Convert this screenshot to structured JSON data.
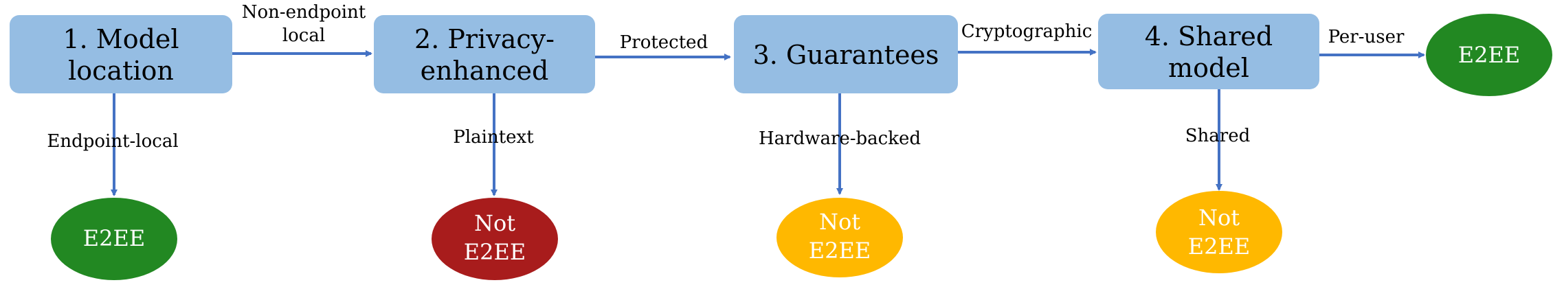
{
  "colors": {
    "box_fill": "#95bde3",
    "arrow": "#4472c4",
    "e2ee_green": "#228822",
    "not_e2ee_red": "#a81c1c",
    "not_e2ee_yellow": "#ffb800"
  },
  "steps": [
    {
      "line1": "1. Model",
      "line2": "location"
    },
    {
      "line1": "2. Privacy-",
      "line2": "enhanced"
    },
    {
      "line1": "3. Guarantees",
      "line2": ""
    },
    {
      "line1": "4. Shared",
      "line2": "model"
    }
  ],
  "horizontal_labels": [
    {
      "line1": "Non-endpoint",
      "line2": "local"
    },
    {
      "line1": "Protected",
      "line2": ""
    },
    {
      "line1": "Cryptographic",
      "line2": ""
    },
    {
      "line1": "Per-user",
      "line2": ""
    }
  ],
  "vertical_labels": [
    "Endpoint-local",
    "Plaintext",
    "Hardware-backed",
    "Shared"
  ],
  "outcomes": [
    {
      "line1": "E2EE",
      "line2": "",
      "color": "green"
    },
    {
      "line1": "Not",
      "line2": "E2EE",
      "color": "red"
    },
    {
      "line1": "Not",
      "line2": "E2EE",
      "color": "yellow"
    },
    {
      "line1": "Not",
      "line2": "E2EE",
      "color": "yellow"
    },
    {
      "line1": "E2EE",
      "line2": "",
      "color": "green"
    }
  ]
}
